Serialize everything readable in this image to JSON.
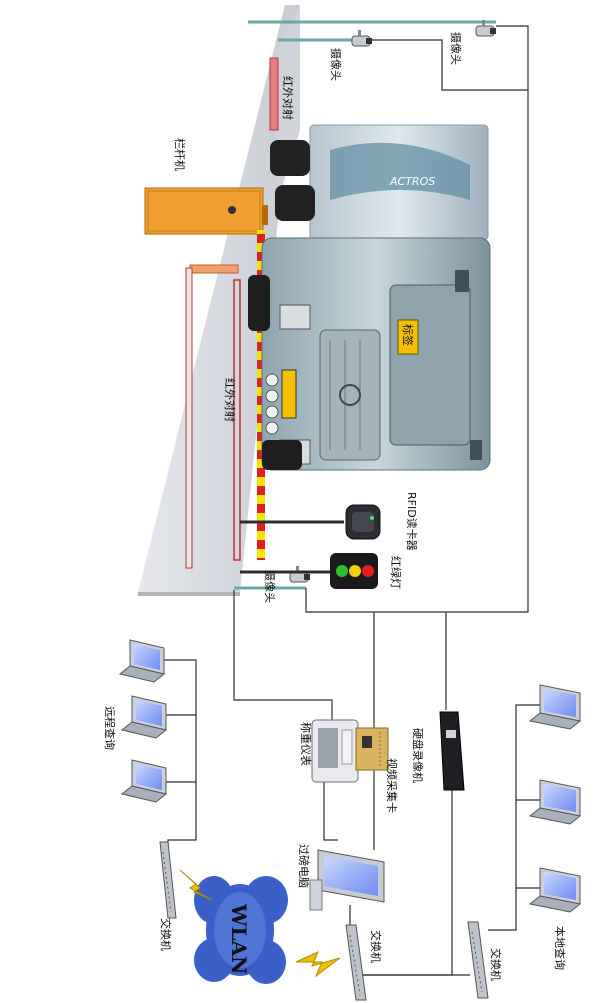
{
  "labels": {
    "camera_right_top": "摄像头",
    "camera_left_top": "摄像头",
    "infrared_top": "红外对射",
    "barrier": "栏杆机",
    "infrared_bottom": "红外对射",
    "rfid_reader": "RFID读卡器",
    "traffic_light": "红绿灯",
    "camera_bottom": "摄像头",
    "weighing_instrument": "称重仪表",
    "video_capture_card": "视频采集卡",
    "dvr": "硬盘录像机",
    "weighbridge_pc": "过磅电脑",
    "switch_center": "交换机",
    "switch_right": "交换机",
    "switch_left": "交换机",
    "local_query": "本地查询",
    "remote_query": "远程查询",
    "wlan": "WLAN",
    "truck_badge": "标签"
  },
  "colors": {
    "cable": "#2e2e2e",
    "barrier": "#f0a030",
    "sensor_beam_red": "#e02020",
    "sensor_beam_yellow": "#f2e600",
    "cloud": "#3a5fc8",
    "lightning": "#f0c000",
    "laptop_screen": "#8fa8ff"
  }
}
